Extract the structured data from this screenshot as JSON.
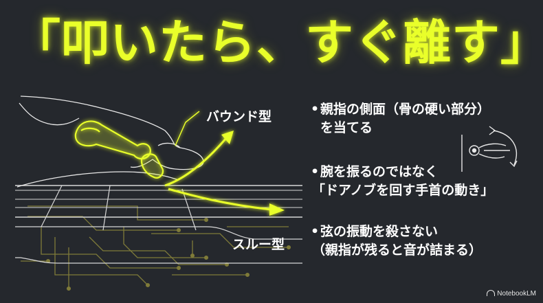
{
  "title": "「叩いたら、すぐ離す」",
  "labels": {
    "bound": "バウンド型",
    "through": "スルー型"
  },
  "bullets": [
    {
      "lines": [
        "親指の側面（骨の硬い部分）",
        "を当てる"
      ]
    },
    {
      "lines": [
        "腕を振るのではなく",
        "「ドアノブを回す手首の動き」"
      ]
    },
    {
      "lines": [
        "弦の振動を殺さない",
        "（親指が残ると音が詰まる）"
      ]
    }
  ],
  "watermark": "NotebookLM",
  "colors": {
    "background": "#25282d",
    "accent": "#e9ff2a",
    "line": "#d8d8d8",
    "circuit": "#b0a33a"
  },
  "icons": [
    "thumb-bone-icon",
    "wrist-rotation-icon",
    "bounce-arrow-icon",
    "through-arrow-icon"
  ]
}
